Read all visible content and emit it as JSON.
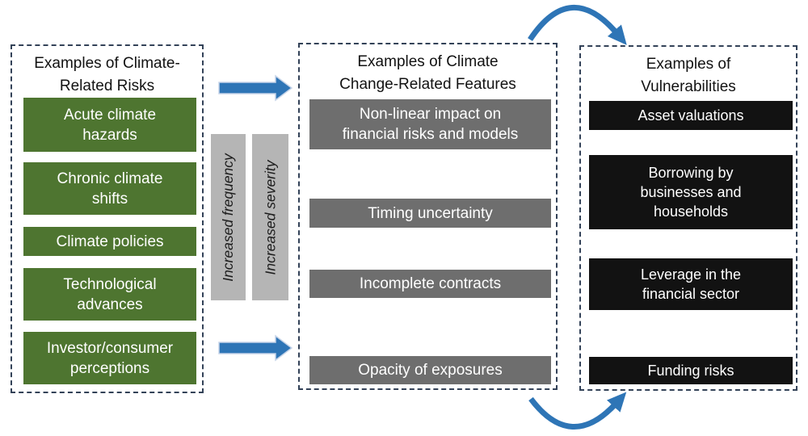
{
  "diagram": {
    "panels": {
      "risks": {
        "title": "Examples of Climate-Related Risks",
        "items": [
          "Acute climate hazards",
          "Chronic climate shifts",
          "Climate policies",
          "Technological advances",
          "Investor/consumer perceptions"
        ]
      },
      "features": {
        "title": "Examples of Climate Change-Related Features",
        "items": [
          "Non-linear impact on financial risks and models",
          "Timing uncertainty",
          "Incomplete contracts",
          "Opacity of exposures"
        ]
      },
      "vulnerabilities": {
        "title": "Examples of Vulnerabilities",
        "items": [
          "Asset valuations",
          "Borrowing by businesses and households",
          "Leverage in the financial sector",
          "Funding risks"
        ]
      }
    },
    "connectors": {
      "frequency_label": "Increased frequency",
      "severity_label": "Increased severity"
    },
    "colors": {
      "green": "#4e7530",
      "gray_box": "#6e6e6e",
      "black_box": "#121212",
      "bar": "#b5b5b5",
      "blue": "#2e75b6",
      "border": "#334258"
    }
  }
}
